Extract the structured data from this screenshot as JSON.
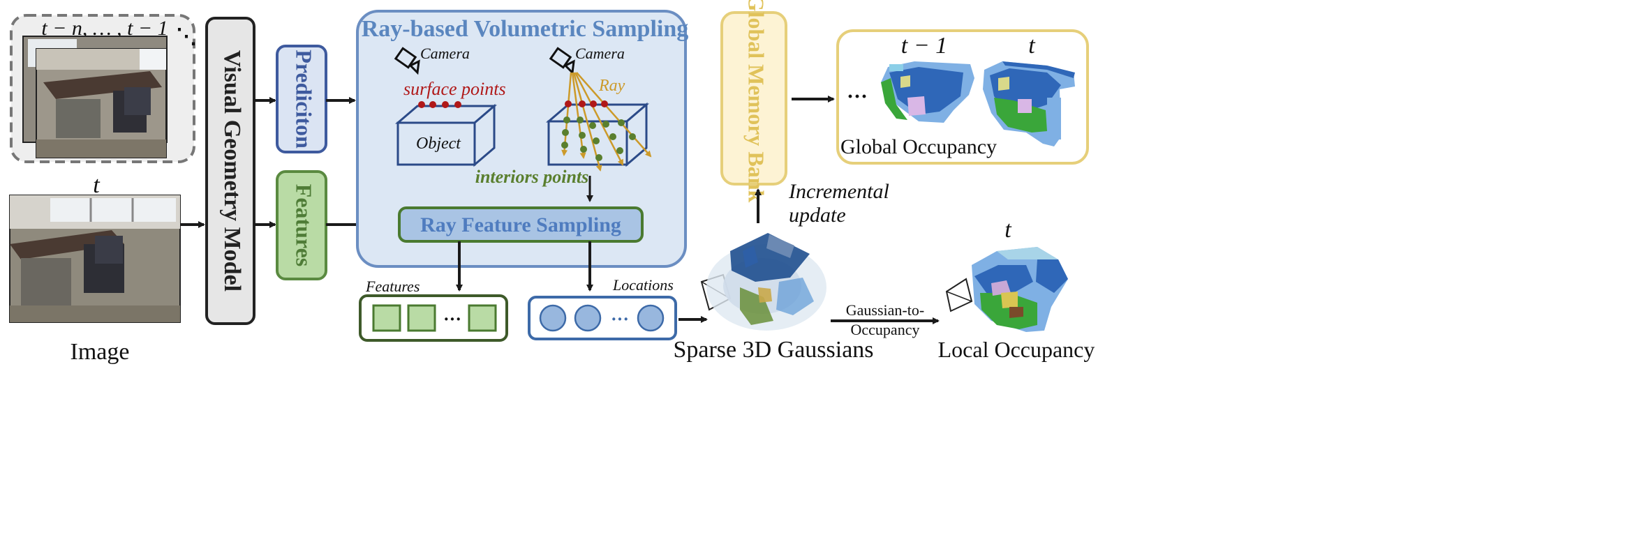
{
  "image_section": {
    "history_label": "t − n, … , t − 1",
    "history_ellipsis": "⋱",
    "current_label": "t",
    "caption": "Image"
  },
  "vgm": {
    "label": "Visual Geometry Model"
  },
  "prediction": {
    "label": "Prediciton"
  },
  "features_box": {
    "label": "Features"
  },
  "ray_panel": {
    "title": "Ray-based Volumetric Sampling",
    "camera_label_left": "Camera",
    "camera_label_right": "Camera",
    "surface_points_label": "surface points",
    "object_label": "Object",
    "ray_label": "Ray",
    "interior_points_label": "interiors points",
    "ray_feature_sampling": "Ray Feature Sampling"
  },
  "outputs": {
    "features_label": "Features",
    "locations_label": "Locations",
    "ellipsis": "···"
  },
  "memory": {
    "label": "Global Memory Bank"
  },
  "global_occ": {
    "t_minus_label": "t − 1",
    "t_label": "t",
    "ellipsis": "···",
    "caption": "Global Occupancy"
  },
  "incremental": {
    "line1": "Incremental",
    "line2": "update"
  },
  "gaussians": {
    "caption": "Sparse 3D Gaussians"
  },
  "g2o": {
    "line1": "Gaussian-to-",
    "line2": "Occupancy"
  },
  "local_occ": {
    "t_label": "t",
    "caption": "Local Occupancy"
  },
  "colors": {
    "vgm_fill": "#e6e6e6",
    "prediction_fill": "#dbe4f3",
    "prediction_stroke": "#3e5a9e",
    "features_fill": "#b9dba5",
    "features_stroke": "#5a8a40",
    "panel_fill": "#dce7f4",
    "panel_stroke": "#6b8ec2",
    "panel_title": "#5a86bf",
    "memory_fill": "#fdf3d4",
    "memory_stroke": "#e6cf7a",
    "memory_text": "#e0c25a",
    "surface_red": "#b01818",
    "interior_green": "#5a7f2e",
    "ray_gold": "#cc9a2a",
    "location_fill": "#98b7de",
    "location_stroke": "#3d6aa8"
  }
}
